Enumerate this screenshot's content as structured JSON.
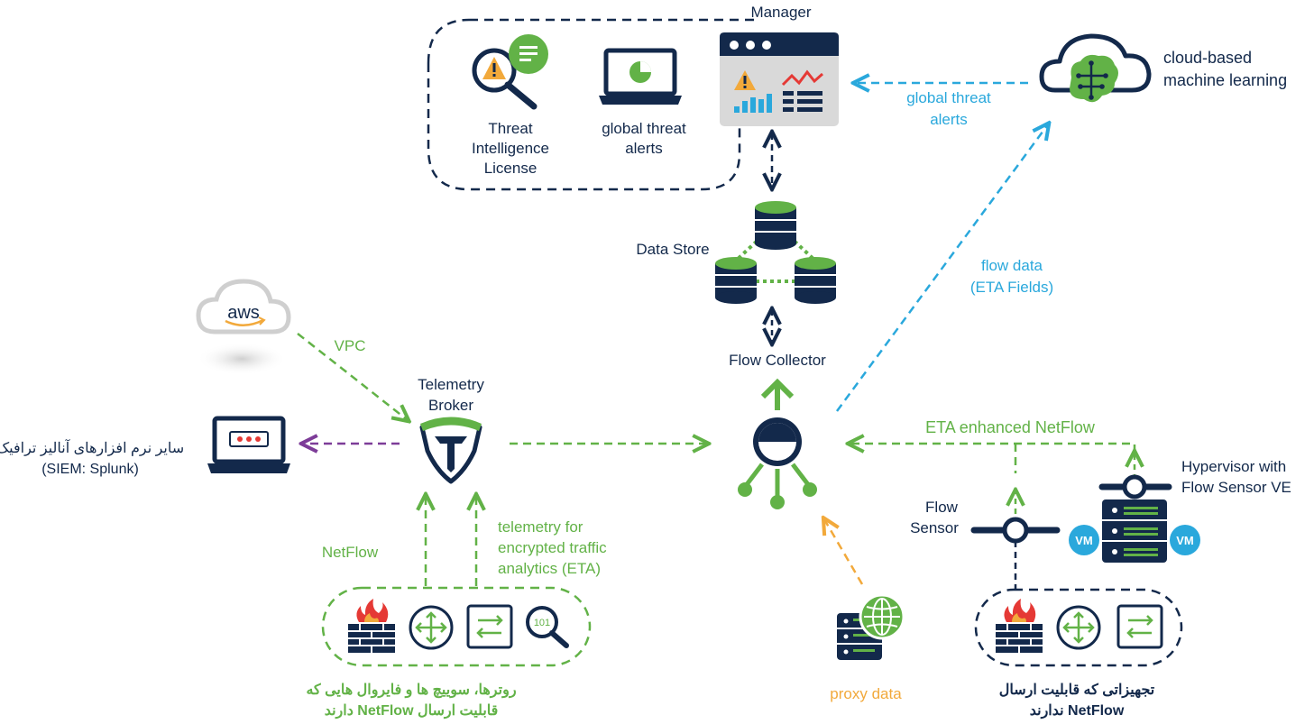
{
  "colors": {
    "navy": "#13294b",
    "green": "#62b247",
    "blue": "#2aa8dc",
    "orange": "#f2a93b",
    "purple": "#7d3c98",
    "red": "#e53935",
    "grey": "#d9d9d9"
  },
  "labels": {
    "manager": "Manager",
    "threat_intel": [
      "Threat",
      "Intelligence",
      "License"
    ],
    "global_alerts_left": [
      "global threat",
      "alerts"
    ],
    "global_alerts_right": [
      "global threat",
      "alerts"
    ],
    "cloud_ml": [
      "cloud-based",
      "machine learning"
    ],
    "data_store": "Data Store",
    "flow_collector": "Flow Collector",
    "flow_data": [
      "flow data",
      "(ETA Fields)"
    ],
    "vpc": "VPC",
    "aws": "aws",
    "telemetry_broker": [
      "Telemetry",
      "Broker"
    ],
    "other_software": [
      "سایر نرم افزارهای آنالیز ترافیک",
      "(SIEM: Splunk)"
    ],
    "eta_netflow": "ETA enhanced NetFlow",
    "hypervisor": [
      "Hypervisor with",
      "Flow Sensor VE"
    ],
    "flow_sensor": [
      "Flow",
      "Sensor"
    ],
    "vm": "VM",
    "netflow": "NetFlow",
    "telemetry_eta": [
      "telemetry for",
      "encrypted traffic",
      "analytics (ETA)"
    ],
    "binary_101": "101",
    "routers_caption": [
      "روترها، سوییچ ها و فایروال هایی که",
      "قابلیت ارسال NetFlow دارند"
    ],
    "proxy_data": "proxy data",
    "devices_no_netflow": [
      "تجهیزاتی که قابلیت ارسال",
      "NetFlow ندارند"
    ]
  },
  "icons": [
    "threat-intel-magnifier-icon",
    "document-bubble-icon",
    "laptop-chart-icon",
    "manager-dashboard-icon",
    "cloud-brain-icon",
    "database-icon",
    "aws-cloud-icon",
    "laptop-alert-icon",
    "telemetry-broker-shield-icon",
    "flow-collector-hub-icon",
    "flow-sensor-icon",
    "hypervisor-server-icon",
    "firewall-icon",
    "router-icon",
    "switch-icon",
    "binary-search-icon",
    "proxy-server-globe-icon"
  ]
}
